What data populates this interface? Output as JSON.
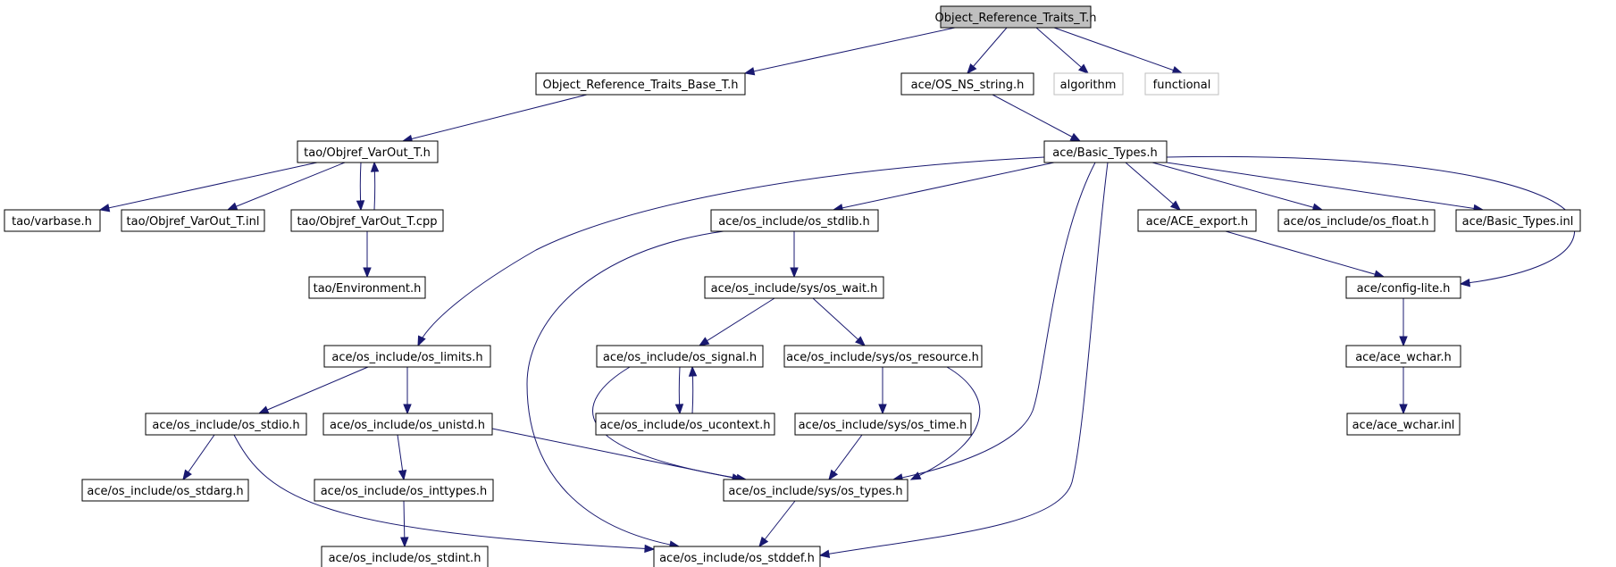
{
  "colors": {
    "edge": "#191970",
    "root_fill": "#bfbfbf",
    "system_border": "#bfbfbf",
    "node_border": "#000000",
    "background": "#ffffff"
  },
  "nodes": {
    "root": "Object_Reference_Traits_T.h",
    "base": "Object_Reference_Traits_Base_T.h",
    "osns": "ace/OS_NS_string.h",
    "algorithm": "algorithm",
    "functional": "functional",
    "varout": "tao/Objref_VarOut_T.h",
    "basic": "ace/Basic_Types.h",
    "varbase": "tao/varbase.h",
    "varoutinl": "tao/Objref_VarOut_T.inl",
    "varoutcpp": "tao/Objref_VarOut_T.cpp",
    "stdlib": "ace/os_include/os_stdlib.h",
    "aceexport": "ace/ACE_export.h",
    "osfloat": "ace/os_include/os_float.h",
    "basicinl": "ace/Basic_Types.inl",
    "env": "tao/Environment.h",
    "wait": "ace/os_include/sys/os_wait.h",
    "configlite": "ace/config-lite.h",
    "limits": "ace/os_include/os_limits.h",
    "signal": "ace/os_include/os_signal.h",
    "resource": "ace/os_include/sys/os_resource.h",
    "wchar": "ace/ace_wchar.h",
    "stdio": "ace/os_include/os_stdio.h",
    "unistd": "ace/os_include/os_unistd.h",
    "ucontext": "ace/os_include/os_ucontext.h",
    "time": "ace/os_include/sys/os_time.h",
    "wcharinl": "ace/ace_wchar.inl",
    "stdarg": "ace/os_include/os_stdarg.h",
    "inttypes": "ace/os_include/os_inttypes.h",
    "types": "ace/os_include/sys/os_types.h",
    "stdint": "ace/os_include/os_stdint.h",
    "stddef": "ace/os_include/os_stddef.h"
  },
  "edges": [
    [
      "root",
      "base"
    ],
    [
      "root",
      "osns"
    ],
    [
      "root",
      "algorithm"
    ],
    [
      "root",
      "functional"
    ],
    [
      "base",
      "varout"
    ],
    [
      "osns",
      "basic"
    ],
    [
      "varout",
      "varbase"
    ],
    [
      "varout",
      "varoutinl"
    ],
    [
      "varout",
      "varoutcpp"
    ],
    [
      "varoutcpp",
      "varout"
    ],
    [
      "varoutcpp",
      "env"
    ],
    [
      "basic",
      "stdlib"
    ],
    [
      "basic",
      "aceexport"
    ],
    [
      "basic",
      "osfloat"
    ],
    [
      "basic",
      "basicinl"
    ],
    [
      "basic",
      "configlite"
    ],
    [
      "basic",
      "limits"
    ],
    [
      "basic",
      "types"
    ],
    [
      "basic",
      "stddef"
    ],
    [
      "stdlib",
      "wait"
    ],
    [
      "stdlib",
      "stddef"
    ],
    [
      "wait",
      "signal"
    ],
    [
      "wait",
      "resource"
    ],
    [
      "aceexport",
      "configlite"
    ],
    [
      "configlite",
      "wchar"
    ],
    [
      "wchar",
      "wcharinl"
    ],
    [
      "limits",
      "stdio"
    ],
    [
      "limits",
      "unistd"
    ],
    [
      "signal",
      "ucontext"
    ],
    [
      "ucontext",
      "signal"
    ],
    [
      "signal",
      "types"
    ],
    [
      "resource",
      "time"
    ],
    [
      "resource",
      "types"
    ],
    [
      "time",
      "types"
    ],
    [
      "stdio",
      "stdarg"
    ],
    [
      "stdio",
      "stddef"
    ],
    [
      "unistd",
      "inttypes"
    ],
    [
      "unistd",
      "types"
    ],
    [
      "inttypes",
      "stdint"
    ],
    [
      "types",
      "stddef"
    ]
  ]
}
